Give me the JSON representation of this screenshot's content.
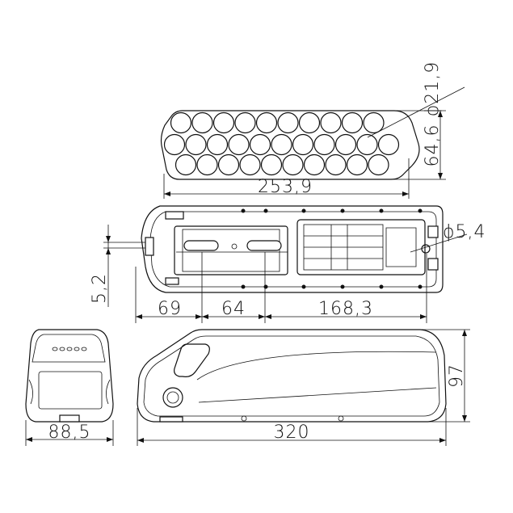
{
  "dimensions": {
    "cell_diameter": "ϕ21,9",
    "pack_height": "64,6",
    "pack_length": "253,9",
    "hole_diameter": "ϕ5,4",
    "offset": "5,2",
    "seg1": "69",
    "seg2": "64",
    "seg3": "168,3",
    "front_width": "88,5",
    "total_length": "320",
    "height": "97"
  }
}
